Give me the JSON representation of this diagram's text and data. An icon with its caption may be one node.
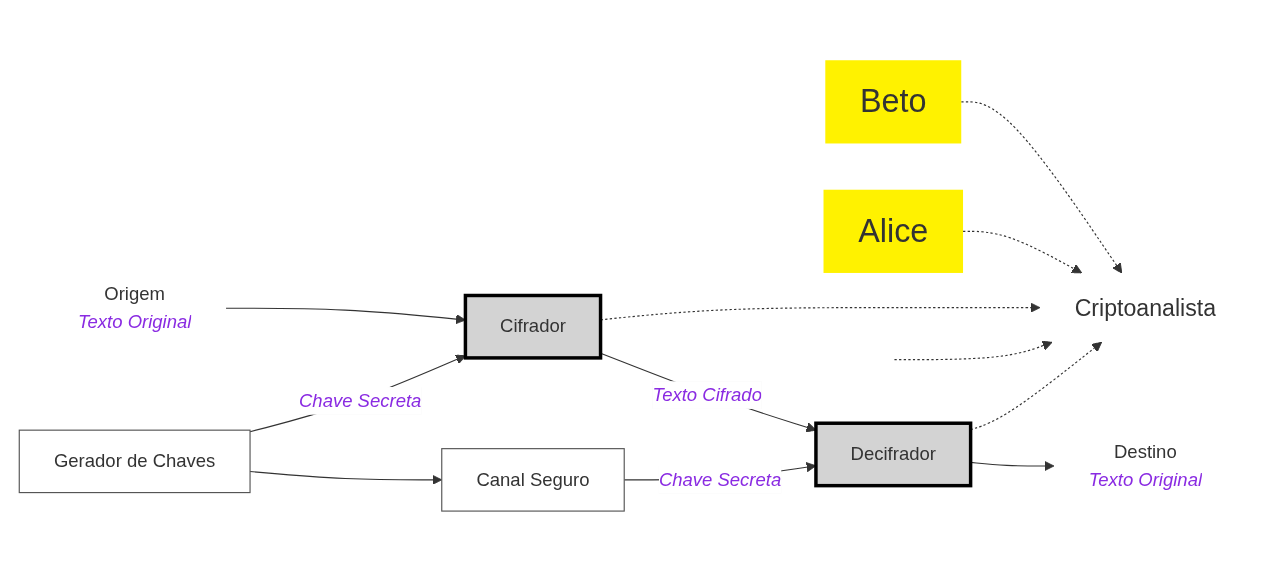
{
  "diagram": {
    "nodes": [
      {
        "text": [
          "Criptoanalista"
        ]
      },
      {
        "text": [
          "Beto"
        ]
      },
      {
        "text": [
          "Alice"
        ]
      },
      {
        "text": [
          "Origem"
        ],
        "beside": [
          "Texto Original"
        ]
      },
      {
        "text": [
          "Cifrador"
        ]
      },
      {
        "text": [
          "Decifrador"
        ]
      },
      {
        "text": [
          "Destino"
        ],
        "beside": [
          "Texto Original"
        ]
      },
      {
        "text": [
          "Canal Seguro"
        ]
      },
      {
        "text": [
          "Gerador de Chaves"
        ]
      }
    ],
    "edges": [
      {
        "from": 1,
        "to": 0,
        "arrow": "to",
        "style": "dashed"
      },
      {
        "from": 4,
        "to": 0,
        "arrow": "to",
        "style": "dashed"
      },
      {
        "from": null,
        "to": 0,
        "arrow": "to",
        "style": "dashed"
      },
      {
        "from": 5,
        "to": 0,
        "arrow": "to",
        "style": "dashed"
      },
      {
        "from": 2,
        "to": 0,
        "arrow": "to",
        "style": "dashed"
      },
      {
        "from": 3,
        "to": 4,
        "arrow": "to"
      },
      {
        "from": 4,
        "to": 5,
        "arrow": "to",
        "label": "Texto Cifrado"
      },
      {
        "from": 5,
        "to": 6,
        "arrow": "to"
      },
      {
        "from": 8,
        "to": 4,
        "arrow": "to",
        "label": "Chave Secreta"
      },
      {
        "from": 8,
        "to": 7,
        "arrow": "to"
      },
      {
        "from": 7,
        "to": 5,
        "arrow": "to",
        "label": "Chave Secreta"
      }
    ]
  }
}
